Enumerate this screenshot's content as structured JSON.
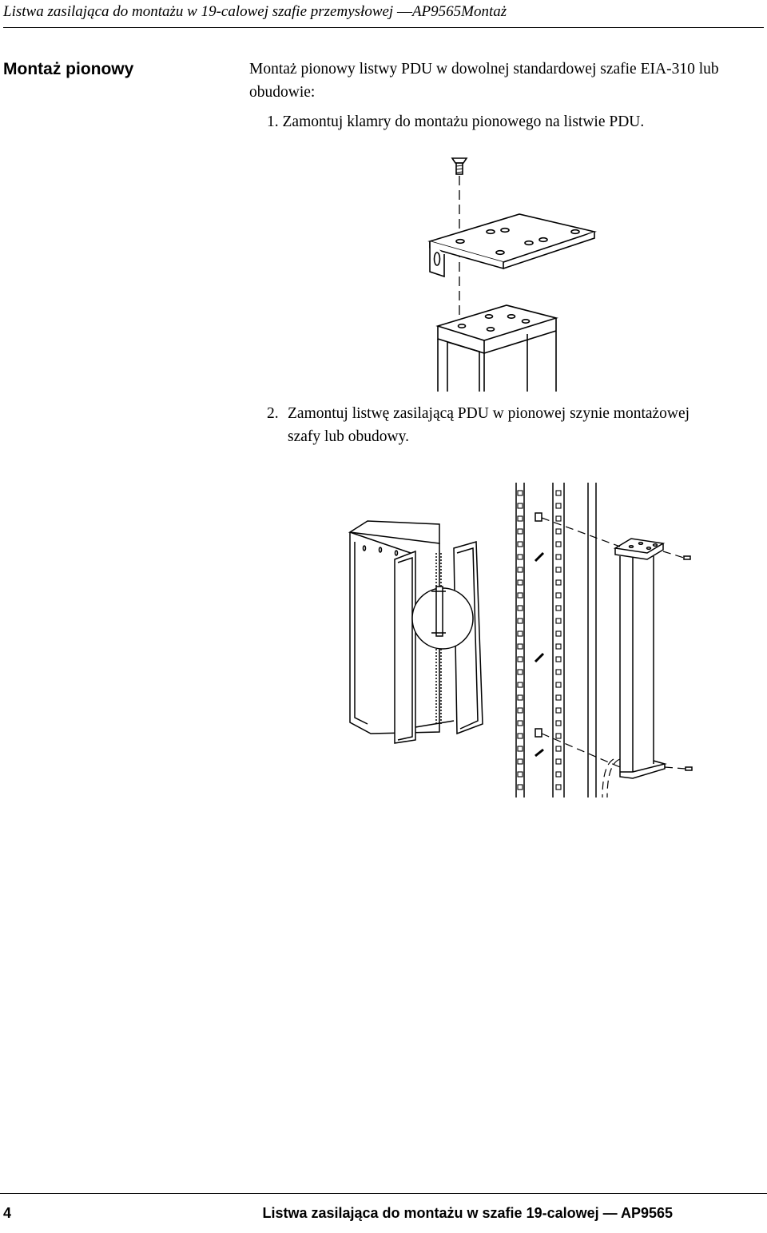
{
  "header": {
    "running_title": "Listwa zasilająca do montażu w 19-calowej szafie przemysłowej",
    "dash": "—",
    "section": "AP9565Montaż"
  },
  "section_title": "Montaż pionowy",
  "intro": "Montaż pionowy listwy PDU w dowolnej standardowej szafie EIA-310 lub obudowie:",
  "steps": [
    {
      "number": "1.",
      "text": "Zamontuj klamry do montażu pionowego na listwie PDU."
    },
    {
      "number": "2.",
      "text_line1": "Zamontuj listwę zasilającą PDU w pionowej szynie montażowej",
      "text_line2": "szafy lub obudowy."
    }
  ],
  "footer": {
    "page_number": "4",
    "title": "Listwa zasilająca do montażu w szafie 19-calowej — AP9565"
  }
}
